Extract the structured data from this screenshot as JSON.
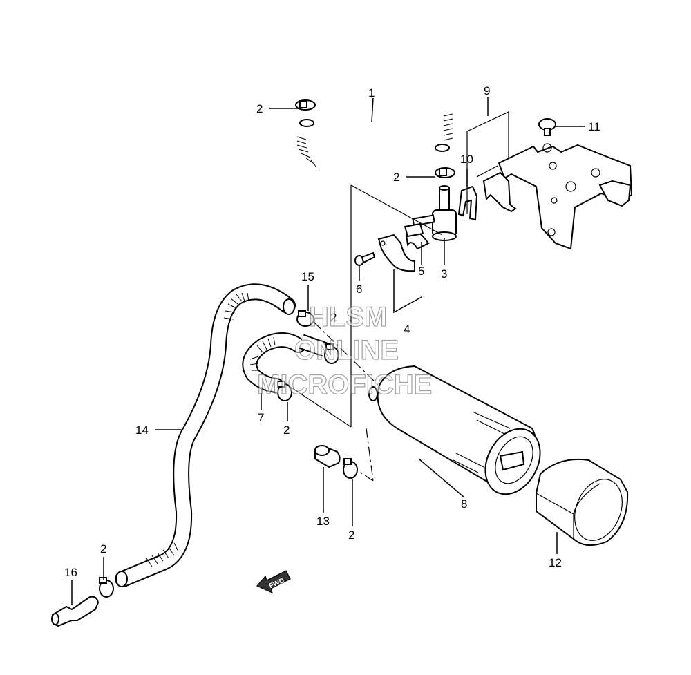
{
  "callouts": {
    "c1": "1",
    "c2a": "2",
    "c2b": "2",
    "c2c": "2",
    "c2d": "2",
    "c2e": "2",
    "c2f": "2",
    "c3": "3",
    "c4": "4",
    "c5": "5",
    "c6": "6",
    "c7": "7",
    "c8": "8",
    "c9": "9",
    "c10": "10",
    "c11": "11",
    "c12": "12",
    "c13": "13",
    "c14": "14",
    "c15": "15",
    "c16": "16"
  },
  "fwd_label": "FWD",
  "watermark": {
    "line1": "HLSM",
    "line2": "ONLINE",
    "line3": "MICROFICHE"
  }
}
